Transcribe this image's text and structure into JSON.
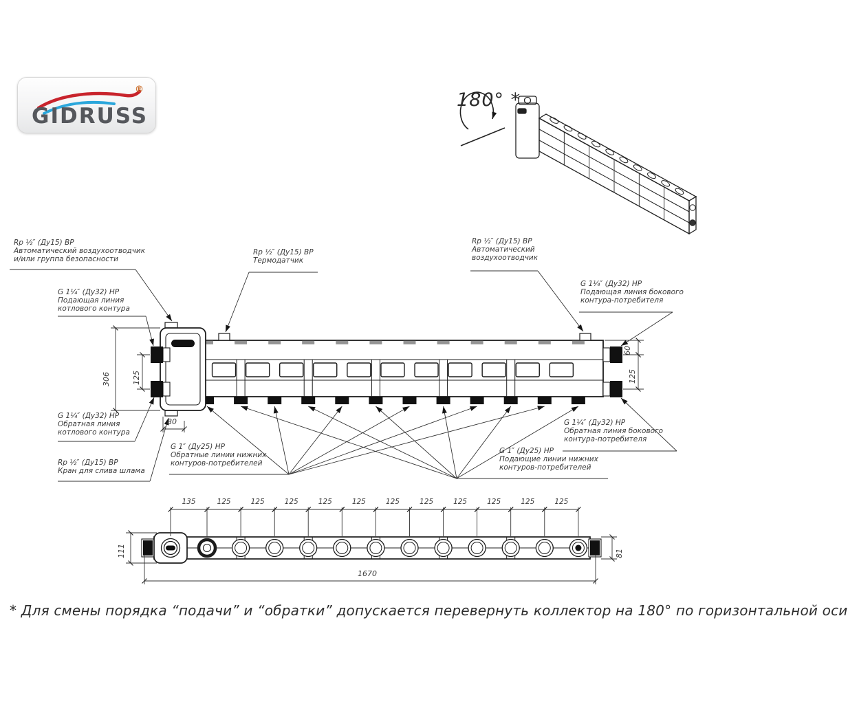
{
  "logo": {
    "name": "GIDRUSS",
    "registered": "®"
  },
  "iso": {
    "rotation_label": "180° *"
  },
  "callouts": {
    "safety_vent": {
      "l1": "Rp ½″ (Ду15) ВР",
      "l2": "Автоматический воздухоотводчик",
      "l3": "и/или группа безопасности"
    },
    "boiler_supply": {
      "l1": "G 1¼″ (Ду32) НР",
      "l2": "Подающая линия",
      "l3": "котлового контура"
    },
    "thermo": {
      "l1": "Rp ½″ (Ду15) ВР",
      "l2": "Термодатчик"
    },
    "right_vent": {
      "l1": "Rp ½″ (Ду15) ВР",
      "l2": "Автоматический",
      "l3": "воздухоотводчик"
    },
    "side_supply": {
      "l1": "G 1¼″ (Ду32) НР",
      "l2": "Подающая линия бокового",
      "l3": "контура-потребителя"
    },
    "boiler_return": {
      "l1": "G 1¼″ (Ду32) НР",
      "l2": "Обратная линия",
      "l3": "котлового контура"
    },
    "drain": {
      "l1": "Rp ½″ (Ду15) ВР",
      "l2": "Кран для слива шлама"
    },
    "bottom_return": {
      "l1": "G 1″ (Ду25) НР",
      "l2": "Обратные линии нижних",
      "l3": "контуров-потребителей"
    },
    "bottom_supply": {
      "l1": "G 1″ (Ду25) НР",
      "l2": "Подающие линии нижних",
      "l3": "контуров-потребителей"
    },
    "side_return": {
      "l1": "G 1¼″ (Ду32) НР",
      "l2": "Обратная линия бокового",
      "l3": "контура-потребителя"
    }
  },
  "dims": {
    "front_height": "306",
    "left_port_spacing": "125",
    "left_offset": "80",
    "right_top_offset": "60",
    "right_port_spacing": "125",
    "body_width": "111",
    "bar_width": "81",
    "total_length": "1670",
    "row": [
      "135",
      "125",
      "125",
      "125",
      "125",
      "125",
      "125",
      "125",
      "125",
      "125",
      "125",
      "125"
    ]
  },
  "footnote": "* Для смены порядка “подачи” и “обратки” допускается перевернуть коллектор на 180° по горизонтальной оси",
  "colors": {
    "line": "#222222",
    "logo_text": "#55575c",
    "logo_red": "#c8232c",
    "logo_blue": "#2aa6db"
  }
}
